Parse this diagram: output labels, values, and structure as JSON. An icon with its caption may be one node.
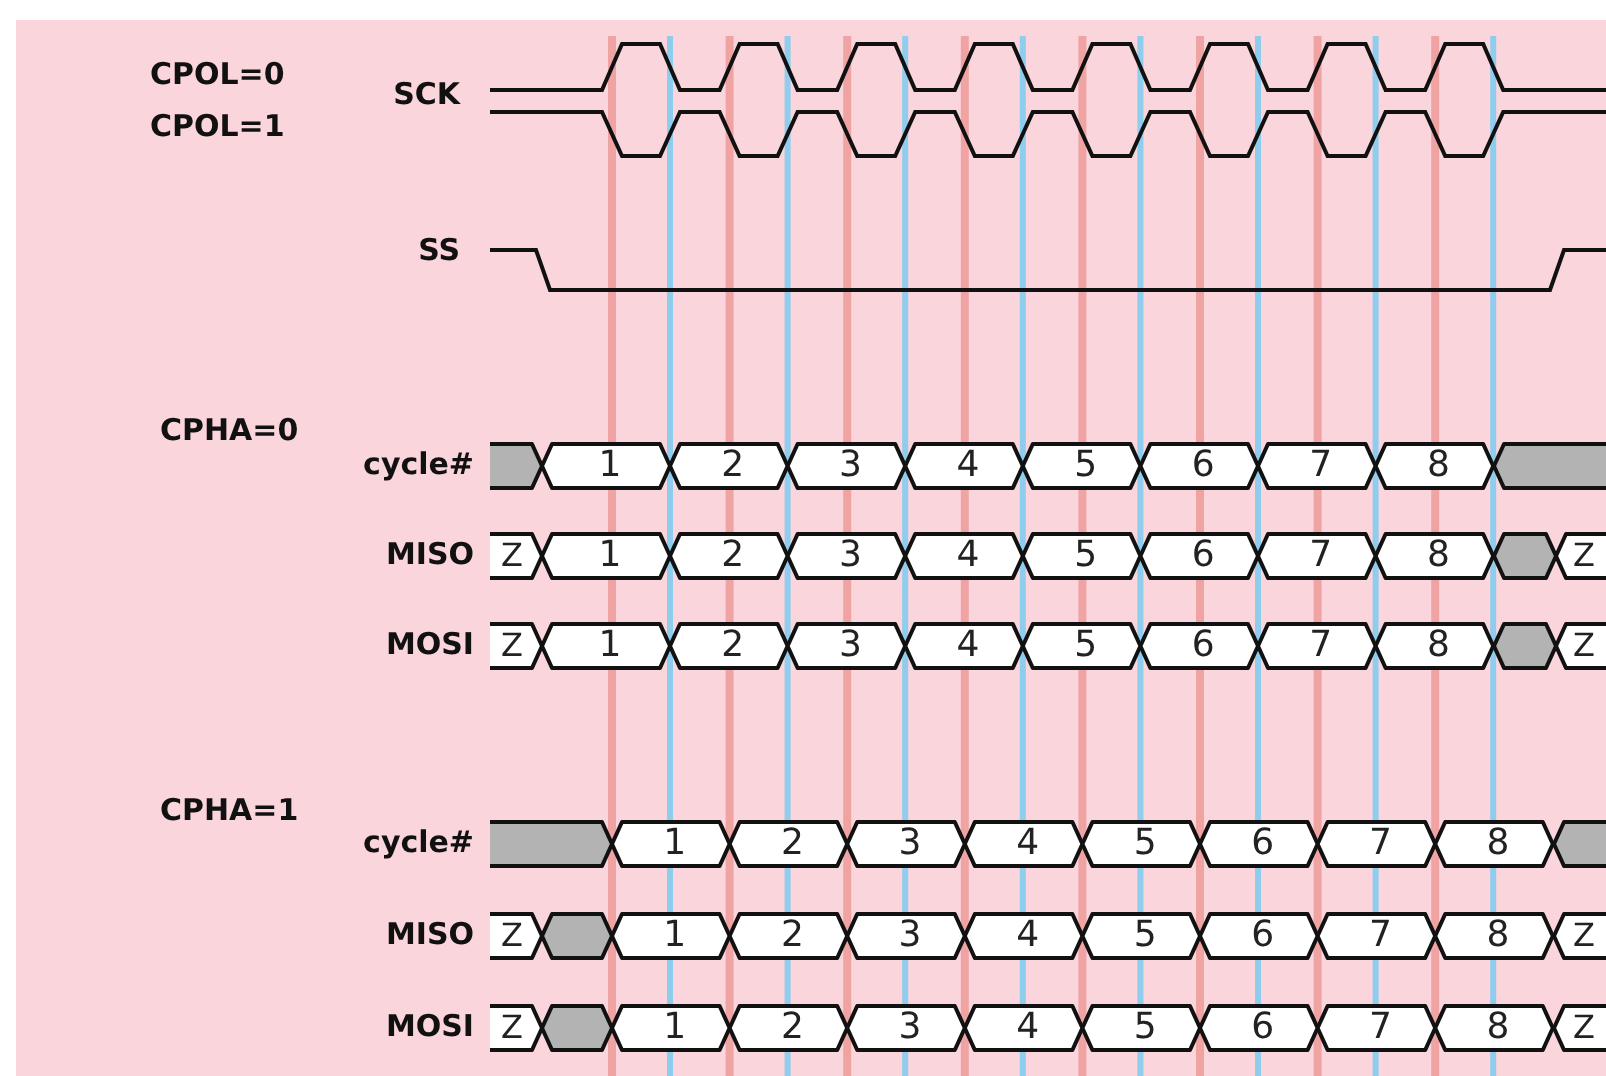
{
  "diagram": {
    "labels": [
      "CPOL=0",
      "SCK",
      "CPOL=1",
      "SS",
      "CPHA=0",
      "cycle#",
      "1",
      "2",
      "3",
      "4",
      "5",
      "6",
      "7",
      "8",
      "MISO",
      "Z",
      "1",
      "2",
      "3",
      "4",
      "5",
      "6",
      "7",
      "8",
      "Z",
      "MOSI",
      "Z",
      "1",
      "2",
      "3",
      "4",
      "5",
      "6",
      "7",
      "8",
      "Z",
      "CPHA=1",
      "cycle#",
      "1",
      "2",
      "3",
      "4",
      "5",
      "6",
      "7",
      "8",
      "MISO",
      "Z",
      "1",
      "2",
      "3",
      "4",
      "5",
      "6",
      "7",
      "8",
      "Z",
      "MOSI",
      "Z",
      "1",
      "2",
      "3",
      "4",
      "5",
      "6",
      "7",
      "8",
      "Z"
    ]
  }
}
